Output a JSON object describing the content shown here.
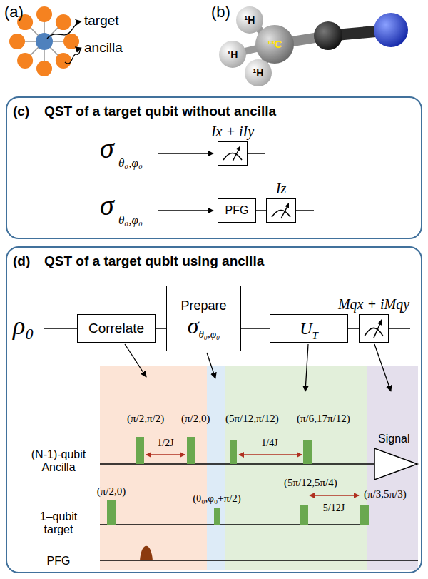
{
  "diagram": {
    "nodes": [
      {
        "text": [
          "(c)",
          "QST of a target qubit without ancilla"
        ]
      },
      {
        "text": [
          "Ix + iIy"
        ],
        "in": 0
      },
      {
        "text": [
          "PFG"
        ],
        "in": 0
      },
      {
        "text": [
          "Iz"
        ],
        "in": 0
      },
      {
        "text": [
          "(d)",
          "QST of a target qubit using ancilla"
        ]
      },
      {
        "text": [
          "Correlate"
        ],
        "in": 4
      },
      {
        "text": [
          "Prepare",
          "σ",
          "θ₀,φ₀"
        ],
        "in": 4
      },
      {
        "text": [
          "U",
          "T"
        ],
        "in": 4
      },
      {
        "text": [
          "Mqx + iMqy"
        ],
        "in": 4
      }
    ],
    "edges": [
      {
        "from": 2,
        "to": 3,
        "arrow": "none"
      },
      {
        "from": 5,
        "to": 6,
        "arrow": "none"
      },
      {
        "from": 6,
        "to": 7,
        "arrow": "none"
      },
      {
        "from": 7,
        "to": 8,
        "arrow": "none"
      }
    ],
    "labels": [
      "(a)",
      "target",
      "ancilla",
      "(b)",
      "¹H",
      "¹H",
      "¹H",
      "¹³C",
      "σ",
      "θ₀,φ₀",
      "σ",
      "θ₀,φ₀",
      "ρ₀",
      "(π/2,π/2)",
      "(π/2,0)",
      "1/2J",
      "(5π/12,π/12)",
      "1/4J",
      "(π/6,17π/12)",
      "Signal",
      "(N-1)-qubit Ancilla",
      "(π/2,0)",
      "(θ₀,φ₀+π/2)",
      "(5π/12,5π/4)",
      "5/12J",
      "(π/3,5π/3)",
      "1–qubit target",
      "PFG"
    ]
  }
}
